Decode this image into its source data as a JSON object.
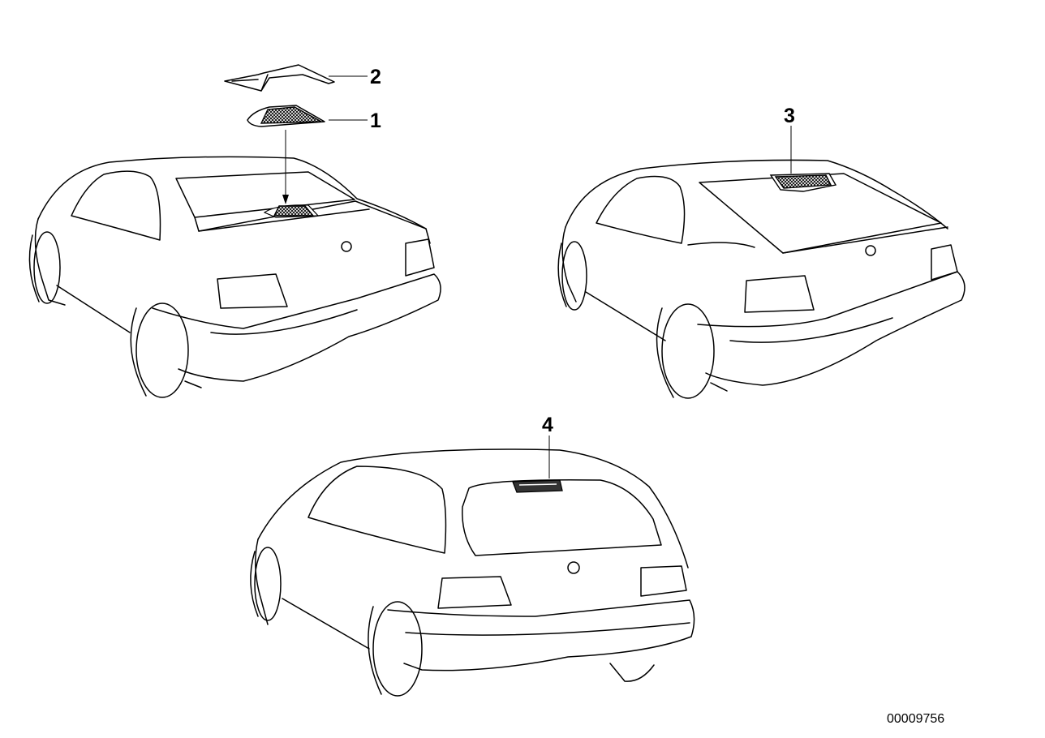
{
  "callouts": {
    "c1": "1",
    "c2": "2",
    "c3": "3",
    "c4": "4"
  },
  "figure_id": "00009756"
}
